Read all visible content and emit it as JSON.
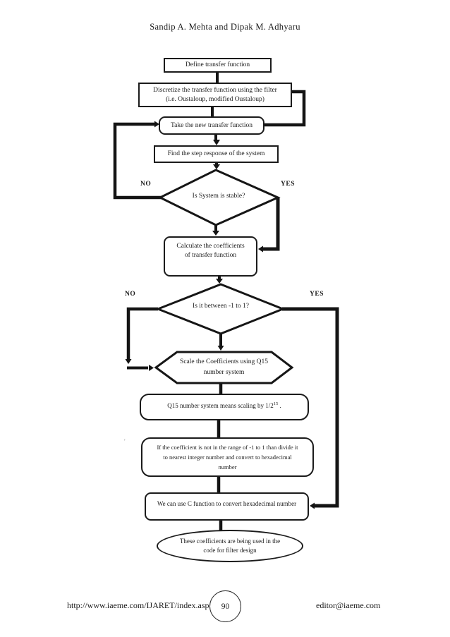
{
  "header": {
    "authors": "Sandip A. Mehta and Dipak M. Adhyaru"
  },
  "flowchart": {
    "define": {
      "label": "Define transfer function"
    },
    "discretize": {
      "line1": "Discretize the transfer function using the filter",
      "line2": "(i.e. Oustaloup, modified Oustaloup)"
    },
    "take_new": {
      "label": "Take the new transfer function"
    },
    "step_response": {
      "label": "Find the step response of the system"
    },
    "stable": {
      "question": "Is System is stable?",
      "no": "NO",
      "yes": "YES"
    },
    "calculate": {
      "line1": "Calculate the coefficients",
      "line2": "of transfer function"
    },
    "range_check": {
      "question": "Is it between -1 to 1?",
      "no": "NO",
      "yes": "YES"
    },
    "scale": {
      "line1": "Scale the Coefficients using",
      "line2": "Q15 number system"
    },
    "q15": {
      "prefix": "Q15 number system means scaling by 1/2",
      "sup": "15",
      "suffix": " ."
    },
    "range_rule": {
      "line1": "If the coefficient is not in the range of -1 to 1 than divide it",
      "line2": "to nearest integer number and convert to hexadecimal",
      "line3": "number"
    },
    "c_function": {
      "label": "We can use C function to convert hexadecimal number"
    },
    "final": {
      "line1": "These coefficients are being used in the",
      "line2": "code for filter design"
    },
    "stray_mark": "'"
  },
  "footer": {
    "url": "http://www.iaeme.com/IJARET/index.asp",
    "page_number": "90",
    "email": "editor@iaeme.com"
  },
  "colors": {
    "ink": "#1b1b1b",
    "line": "#141414",
    "background": "#ffffff"
  }
}
